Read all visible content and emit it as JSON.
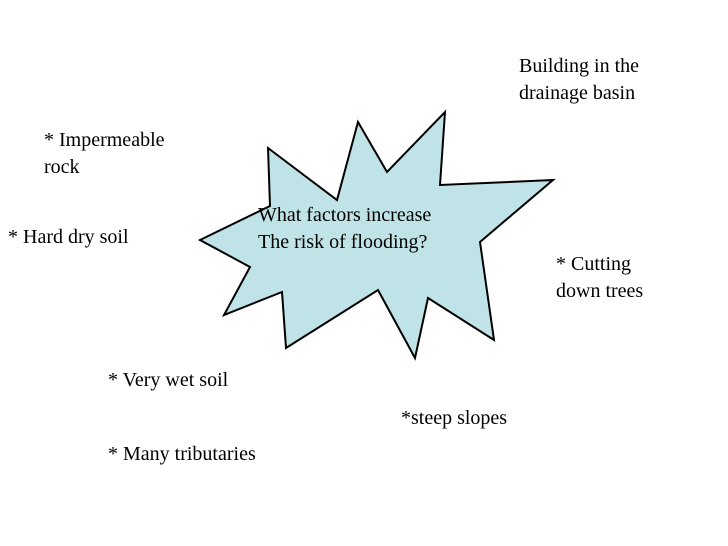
{
  "central_shape": {
    "line1": "What factors increase",
    "line2": "The risk of flooding?",
    "fill": "#bfe3e6",
    "stroke": "#000000"
  },
  "factors": {
    "building": {
      "line1": "Building in the",
      "line2": "drainage basin"
    },
    "impermeable": {
      "line1": "* Impermeable",
      "line2": "rock"
    },
    "hard_dry_soil": {
      "text": "* Hard dry soil"
    },
    "cutting_trees": {
      "line1": "* Cutting",
      "line2": "down trees"
    },
    "very_wet_soil": {
      "text": "* Very wet soil"
    },
    "steep_slopes": {
      "text": "*steep slopes"
    },
    "many_tributaries": {
      "text": "* Many tributaries"
    }
  }
}
